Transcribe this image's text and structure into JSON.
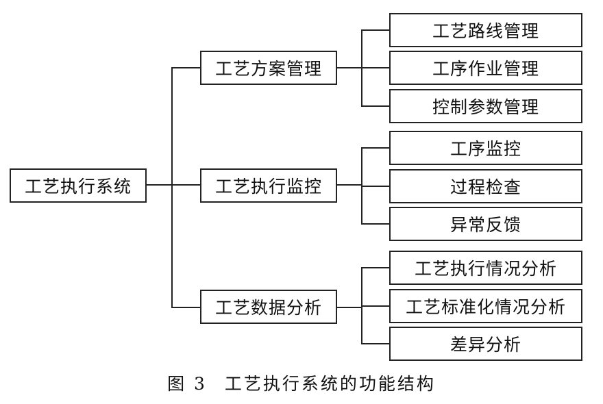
{
  "diagram": {
    "root": "工艺执行系统",
    "branches": [
      {
        "label": "工艺方案管理",
        "children": [
          "工艺路线管理",
          "工序作业管理",
          "控制参数管理"
        ]
      },
      {
        "label": "工艺执行监控",
        "children": [
          "工序监控",
          "过程检查",
          "异常反馈"
        ]
      },
      {
        "label": "工艺数据分析",
        "children": [
          "工艺执行情况分析",
          "工艺标准化情况分析",
          "差异分析"
        ]
      }
    ]
  },
  "caption": {
    "figure_number": "图 3",
    "title": "工艺执行系统的功能结构"
  }
}
